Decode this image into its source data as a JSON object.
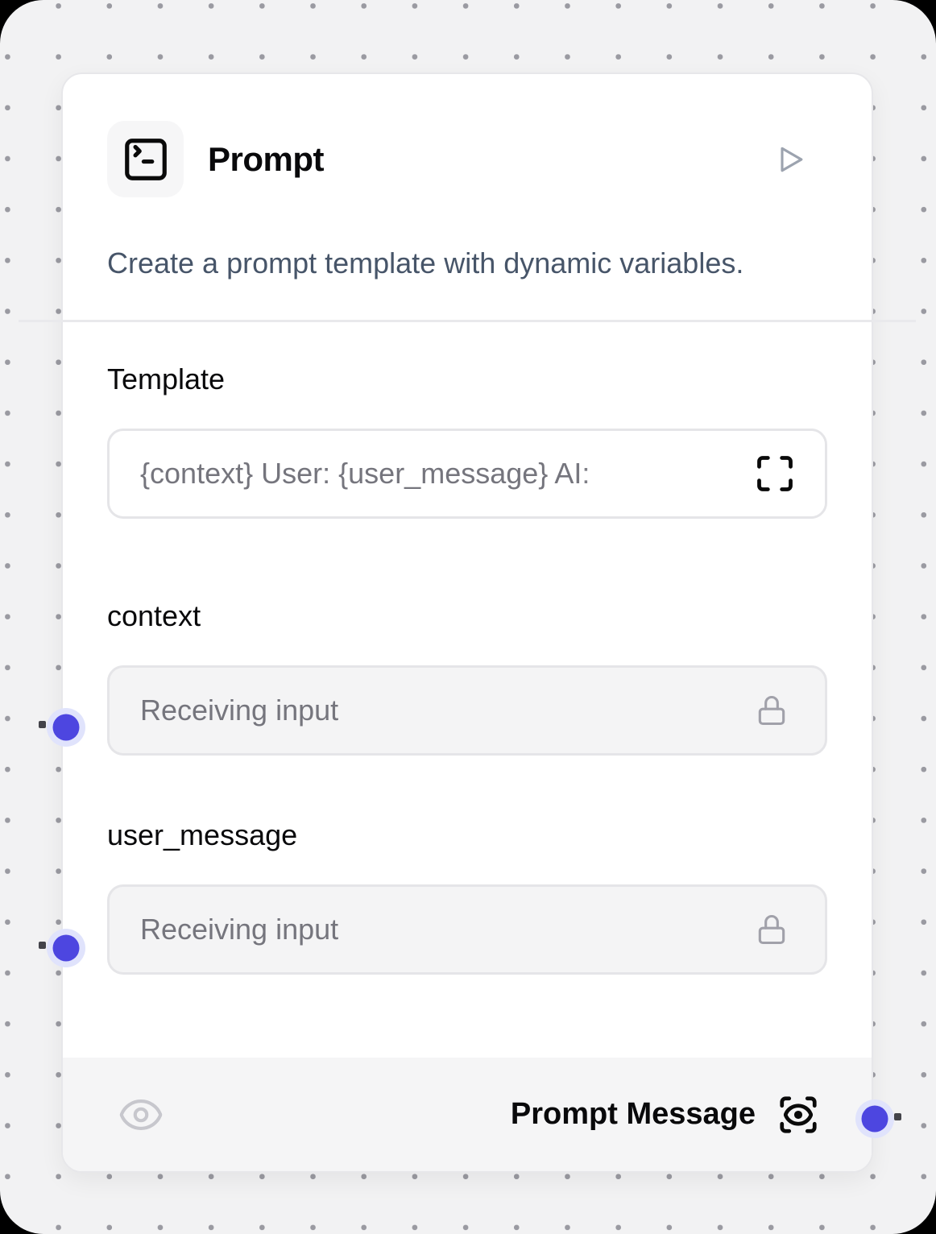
{
  "node": {
    "title": "Prompt",
    "description": "Create a prompt template with dynamic variables.",
    "fields": {
      "template": {
        "label": "Template",
        "value": "{context} User: {user_message} AI:"
      },
      "context": {
        "label": "context",
        "placeholder": "Receiving input"
      },
      "user_message": {
        "label": "user_message",
        "placeholder": "Receiving input"
      }
    },
    "footer": {
      "output_label": "Prompt Message"
    }
  },
  "icons": {
    "header": "square-terminal-icon",
    "run": "play-icon",
    "expand": "maximize-icon",
    "locked": "lock-icon",
    "hide_output": "eye-icon",
    "inspect_output": "scan-eye-icon"
  },
  "colors": {
    "handle": "#4d46e0",
    "handle_halo": "#e0e3fc",
    "canvas_bg": "#f2f2f3",
    "node_bg": "#ffffff",
    "footer_bg": "#f5f5f6",
    "description_text": "#475569",
    "placeholder_text": "#75757d"
  }
}
